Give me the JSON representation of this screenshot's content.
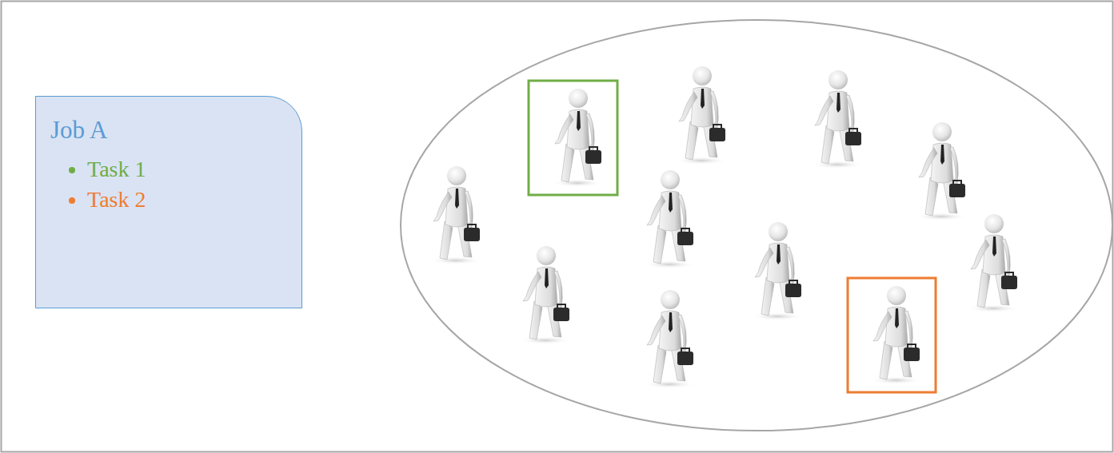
{
  "diagram": {
    "nodes": [
      {
        "text": [
          "Job A",
          "Task 1",
          "Task 2"
        ]
      }
    ]
  }
}
